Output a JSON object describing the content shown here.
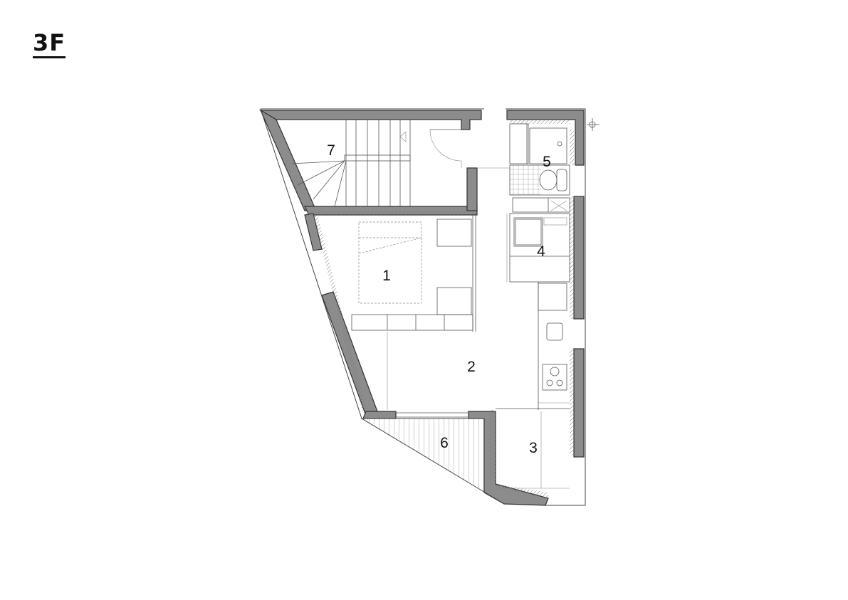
{
  "floor": {
    "label": "3F"
  },
  "rooms": [
    {
      "id": "1",
      "label": "1"
    },
    {
      "id": "2",
      "label": "2"
    },
    {
      "id": "3",
      "label": "3"
    },
    {
      "id": "4",
      "label": "4"
    },
    {
      "id": "5",
      "label": "5"
    },
    {
      "id": "6",
      "label": "6"
    },
    {
      "id": "7",
      "label": "7"
    }
  ],
  "colors": {
    "wall": "#8c8c8c",
    "line": "#555555",
    "text": "#111111"
  }
}
